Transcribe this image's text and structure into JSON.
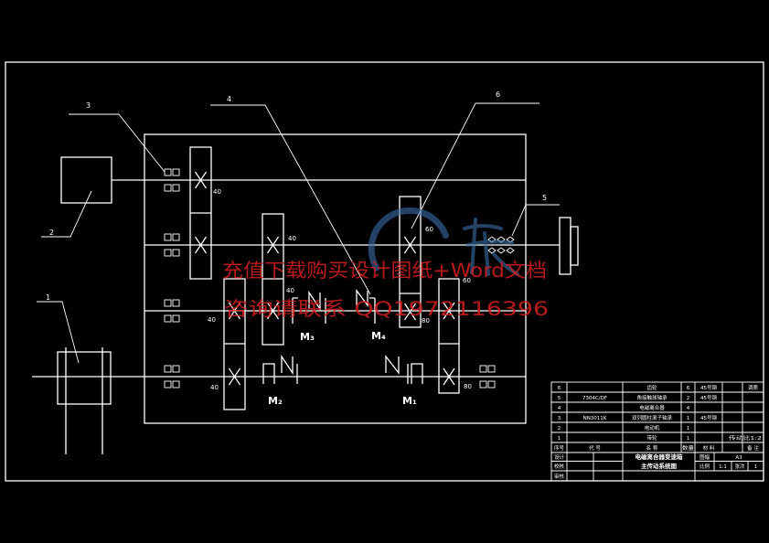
{
  "colors": {
    "background": "#000000",
    "linework": "#ffffff",
    "watermark_text": "#d62020",
    "watermark_logo": "#3b6fa8"
  },
  "diagram": {
    "callouts": [
      "1",
      "2",
      "3",
      "4",
      "5",
      "6"
    ],
    "gear_labels": [
      "40",
      "40",
      "40",
      "40",
      "40",
      "60",
      "60",
      "80",
      "80"
    ],
    "clutch_labels": [
      "M₁",
      "M₂",
      "M₃",
      "M₄"
    ]
  },
  "watermark": {
    "line1": "充值下载购买设计图纸+Word文档",
    "line2": "咨询请联系  QQ1972116396"
  },
  "title_block": {
    "parts": [
      {
        "no": "6",
        "name": "齿轮",
        "qty": "6",
        "material": "45号钢",
        "note": "调质"
      },
      {
        "no": "5",
        "code": "7304C/DF",
        "name": "角接触球轴承",
        "qty": "2",
        "material": "45号钢"
      },
      {
        "no": "4",
        "name": "电磁离合器",
        "qty": "4"
      },
      {
        "no": "3",
        "code": "NN3011K",
        "name": "双列圆柱滚子轴承",
        "qty": "1",
        "material": "45号钢"
      },
      {
        "no": "2",
        "name": "电动机",
        "qty": "1"
      },
      {
        "no": "1",
        "name": "带轮",
        "qty": "1",
        "note": "传动比1:2"
      }
    ],
    "header": {
      "no": "序号",
      "code": "代  号",
      "name": "名  称",
      "qty": "数量",
      "material": "材  料",
      "note": "备  注"
    },
    "signoff": [
      "设计",
      "校核",
      "审核"
    ],
    "title": [
      "电磁离合器变速箱",
      "主传动系统图"
    ],
    "format_label": "图幅",
    "format_value": "A3",
    "scale_label": "比例",
    "scale_value": "1:1",
    "sheet_label": "张次",
    "sheet_value": "1"
  }
}
